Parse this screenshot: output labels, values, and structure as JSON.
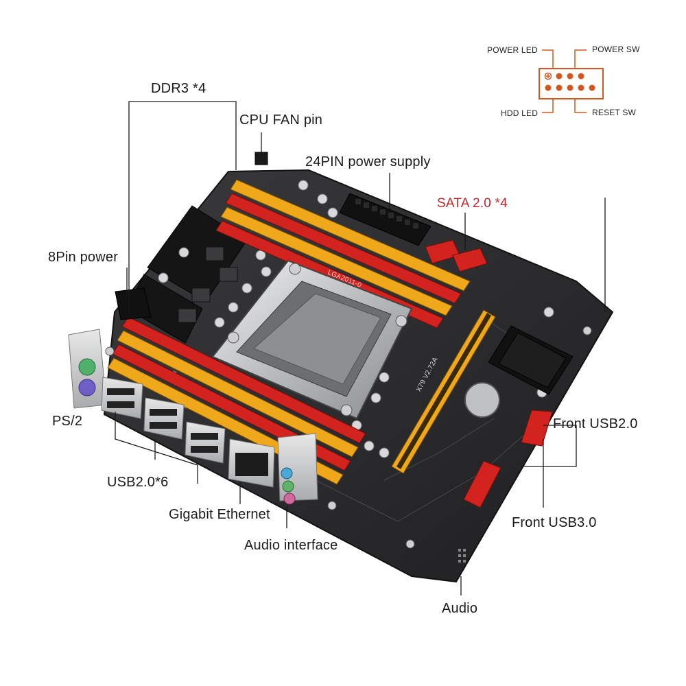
{
  "callouts": {
    "ddr3": "DDR3 *4",
    "cpu_fan": "CPU FAN pin",
    "power_24pin": "24PIN power supply",
    "sata": "SATA 2.0 *4",
    "power_8pin": "8Pin power",
    "ps2": "PS/2",
    "usb20_rear": "USB2.0*6",
    "gigabit_ethernet": "Gigabit Ethernet",
    "audio_interface": "Audio interface",
    "front_usb20": "Front USB2.0",
    "front_usb30": "Front USB3.0",
    "audio_header": "Audio"
  },
  "panel_header": {
    "power_led": "POWER LED",
    "power_sw": "POWER SW",
    "hdd_led": "HDD LED",
    "reset_sw": "RESET SW"
  },
  "board_silkscreen": {
    "socket": "LGA2011-0",
    "model": "X79 V2.72A"
  },
  "colors": {
    "accent_red": "#c0262c",
    "header_orange": "#d2581f",
    "dimm_red": "#d2231f",
    "dimm_yellow": "#f0a81b",
    "pcb": "#2a2a2c"
  }
}
